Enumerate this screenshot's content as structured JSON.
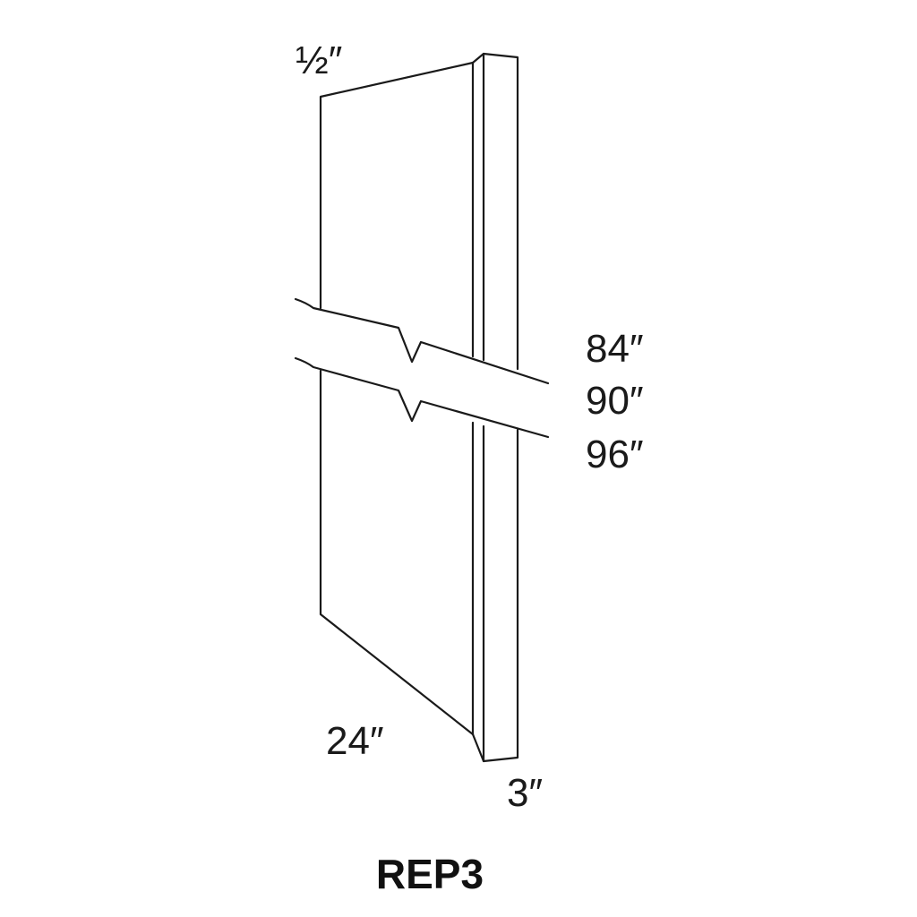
{
  "diagram": {
    "model": "REP3",
    "dimensions": {
      "thickness": "½″",
      "height_options": [
        "84″",
        "90″",
        "96″"
      ],
      "depth": "24″",
      "face_width": "3″"
    }
  },
  "colors": {
    "line": "#1a1a1a",
    "background": "#ffffff"
  }
}
